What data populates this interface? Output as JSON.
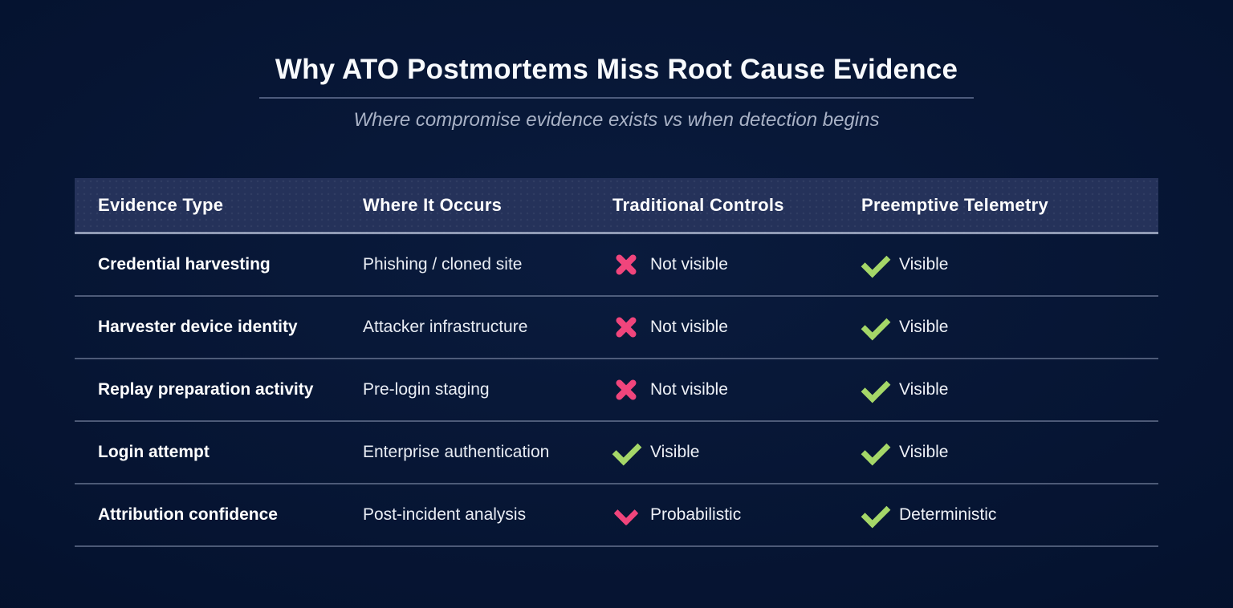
{
  "chart_data": {
    "type": "table",
    "title": "Why ATO Postmortems Miss Root Cause Evidence",
    "subtitle": "Where compromise evidence exists vs when detection begins",
    "columns": [
      "Evidence Type",
      "Where It Occurs",
      "Traditional Controls",
      "Preemptive Telemetry"
    ],
    "rows": [
      [
        "Credential harvesting",
        "Phishing / cloned site",
        {
          "icon": "x-icon",
          "status": "Not visible"
        },
        {
          "icon": "check-icon",
          "status": "Visible"
        }
      ],
      [
        "Harvester device identity",
        "Attacker infrastructure",
        {
          "icon": "x-icon",
          "status": "Not visible"
        },
        {
          "icon": "check-icon",
          "status": "Visible"
        }
      ],
      [
        "Replay preparation activity",
        "Pre-login staging",
        {
          "icon": "x-icon",
          "status": "Not visible"
        },
        {
          "icon": "check-icon",
          "status": "Visible"
        }
      ],
      [
        "Login attempt",
        "Enterprise authentication",
        {
          "icon": "check-icon",
          "status": "Visible"
        },
        {
          "icon": "check-icon",
          "status": "Visible"
        }
      ],
      [
        "Attribution confidence",
        "Post-incident analysis",
        {
          "icon": "chevron-down-icon",
          "status": "Probabilistic"
        },
        {
          "icon": "check-icon",
          "status": "Deterministic"
        }
      ]
    ],
    "layout": {
      "grid": "off",
      "header_row": true
    }
  },
  "colors": {
    "background": "#051330",
    "header_row_bg": "#25325a",
    "negative_pink": "#f0457c",
    "positive_green": "#a5d768",
    "subtitle_text": "#a9b2c6",
    "body_text": "#ffffff"
  }
}
